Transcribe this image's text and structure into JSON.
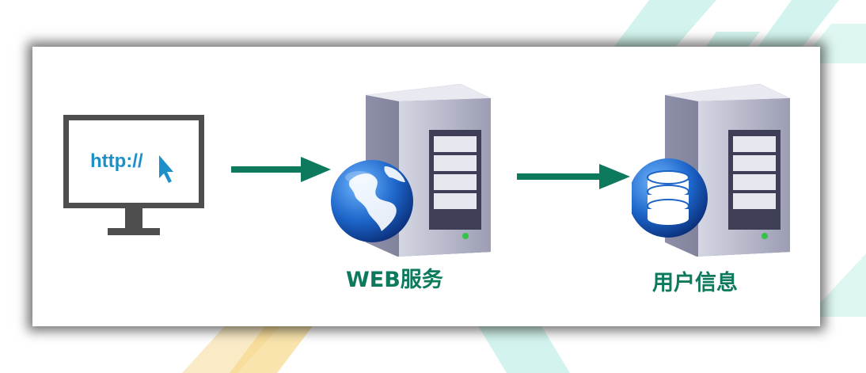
{
  "diagram": {
    "browser_text": "http://",
    "nodes": [
      {
        "label": "WEB服务"
      },
      {
        "label": "用户信息"
      }
    ],
    "colors": {
      "label": "#0e7a5d",
      "arrow": "#0e7a5d",
      "url_text": "#1d8fc9",
      "globe": "#1c64c8",
      "database": "#1c64c8"
    },
    "icons": {
      "client": "computer-monitor-icon",
      "web_server": "server-with-globe-icon",
      "data_server": "server-with-database-icon"
    }
  }
}
